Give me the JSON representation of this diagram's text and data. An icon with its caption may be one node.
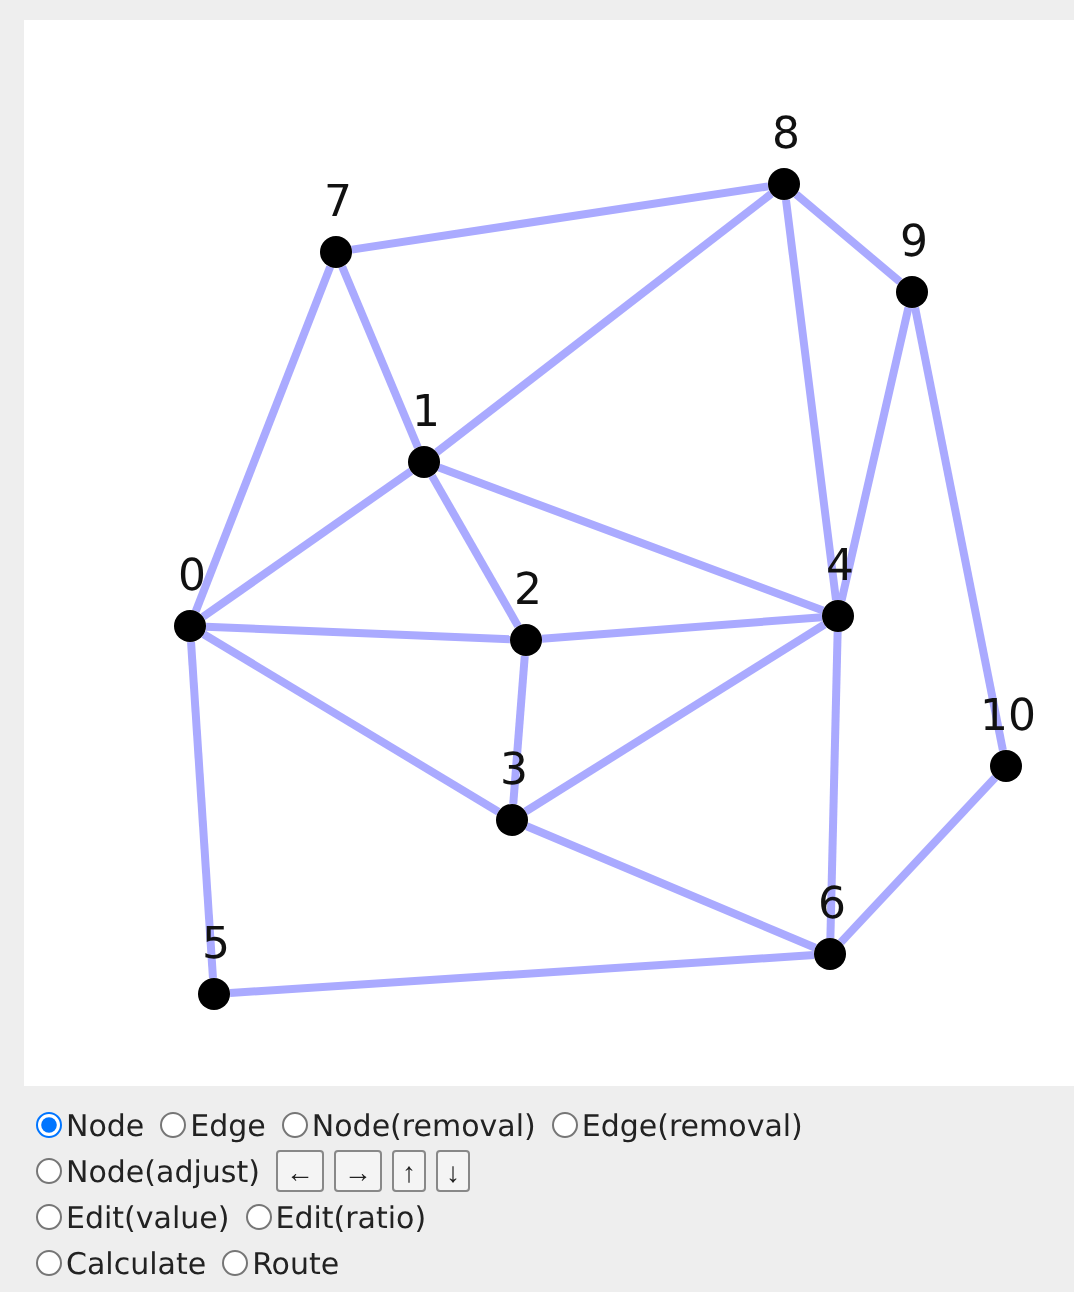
{
  "diagram": {
    "nodes": [
      {
        "text": [],
        "shape": "circle",
        "beside": [
          "0"
        ]
      },
      {
        "text": [],
        "shape": "circle",
        "beside": [
          "1"
        ]
      },
      {
        "text": [],
        "shape": "circle",
        "beside": [
          "2"
        ]
      },
      {
        "text": [],
        "shape": "circle",
        "beside": [
          "3"
        ]
      },
      {
        "text": [],
        "shape": "circle",
        "beside": [
          "4"
        ]
      },
      {
        "text": [],
        "shape": "circle",
        "beside": [
          "5"
        ]
      },
      {
        "text": [],
        "shape": "circle",
        "beside": [
          "6"
        ]
      },
      {
        "text": [],
        "shape": "circle",
        "beside": [
          "7"
        ]
      },
      {
        "text": [],
        "shape": "circle",
        "beside": [
          "8"
        ]
      },
      {
        "text": [],
        "shape": "circle",
        "beside": [
          "9"
        ]
      },
      {
        "text": [],
        "shape": "circle",
        "beside": [
          "10"
        ]
      }
    ],
    "edges": [
      {
        "from": 0,
        "to": 7,
        "arrow": "none"
      },
      {
        "from": 7,
        "to": 1,
        "arrow": "none"
      },
      {
        "from": 7,
        "to": 8,
        "arrow": "none"
      },
      {
        "from": 1,
        "to": 8,
        "arrow": "none"
      },
      {
        "from": 0,
        "to": 1,
        "arrow": "none"
      },
      {
        "from": 1,
        "to": 2,
        "arrow": "none"
      },
      {
        "from": 1,
        "to": 4,
        "arrow": "none"
      },
      {
        "from": 0,
        "to": 2,
        "arrow": "none"
      },
      {
        "from": 2,
        "to": 4,
        "arrow": "none"
      },
      {
        "from": 0,
        "to": 3,
        "arrow": "none"
      },
      {
        "from": 2,
        "to": 3,
        "arrow": "none"
      },
      {
        "from": 3,
        "to": 4,
        "arrow": "none"
      },
      {
        "from": 0,
        "to": 5,
        "arrow": "none"
      },
      {
        "from": 5,
        "to": 6,
        "arrow": "none"
      },
      {
        "from": 3,
        "to": 6,
        "arrow": "none"
      },
      {
        "from": 4,
        "to": 6,
        "arrow": "none"
      },
      {
        "from": 8,
        "to": 4,
        "arrow": "none"
      },
      {
        "from": 8,
        "to": 9,
        "arrow": "none"
      },
      {
        "from": 9,
        "to": 4,
        "arrow": "none"
      },
      {
        "from": 9,
        "to": 10,
        "arrow": "none"
      },
      {
        "from": 10,
        "to": 6,
        "arrow": "none"
      }
    ],
    "labels": [
      "Node",
      "Edge",
      "Node(removal)",
      "Edge(removal)",
      "Node(adjust)",
      "←",
      "→",
      "↑",
      "↓",
      "Edit(value)",
      "Edit(ratio)",
      "Calculate",
      "Route"
    ]
  }
}
